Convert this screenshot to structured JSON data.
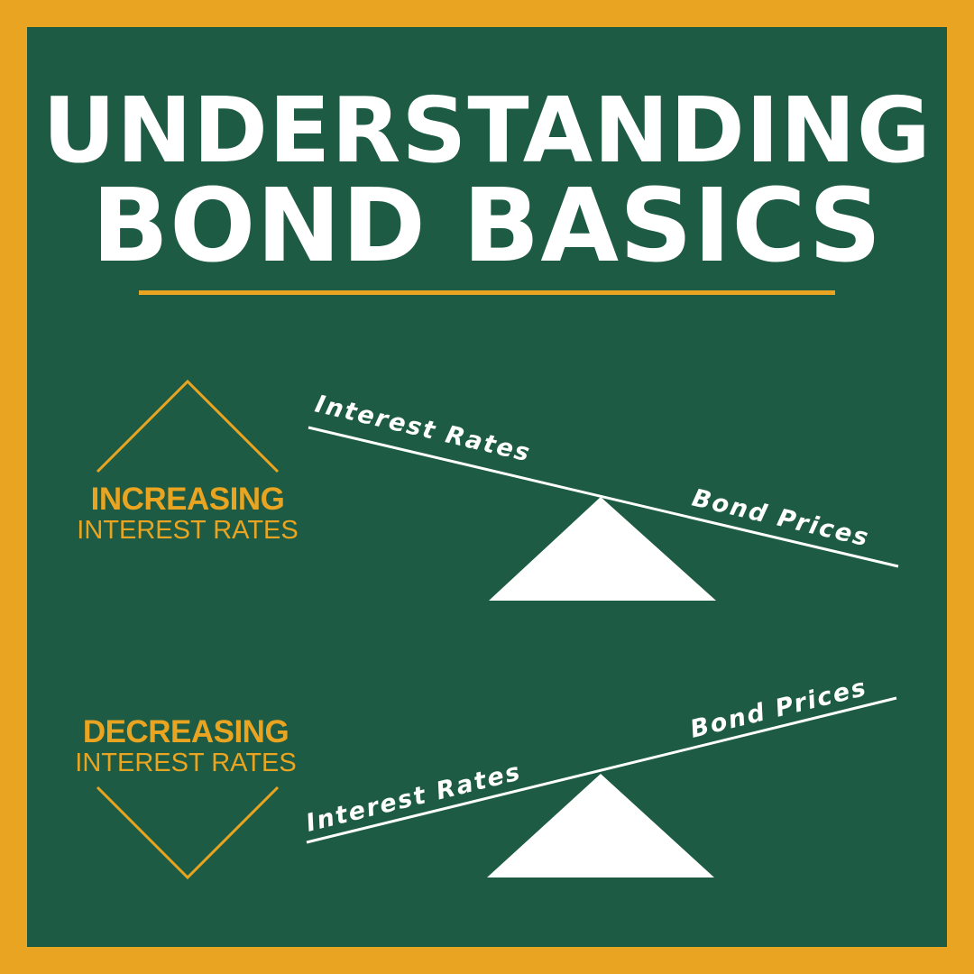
{
  "title": {
    "line1": "UNDERSTANDING",
    "line2": "BOND BASICS"
  },
  "colors": {
    "frame": "#E9A521",
    "board": "#1D5B44",
    "accent": "#E9A521",
    "chalk": "#FFFFFF"
  },
  "scenarios": [
    {
      "direction": "increasing",
      "label_strong": "INCREASING",
      "label_light": "INTEREST RATES",
      "icon": "up-chevron-icon",
      "lever_high": "Interest Rates",
      "lever_low": "Bond Prices"
    },
    {
      "direction": "decreasing",
      "label_strong": "DECREASING",
      "label_light": "INTEREST RATES",
      "icon": "down-chevron-icon",
      "lever_low": "Interest Rates",
      "lever_high": "Bond Prices"
    }
  ]
}
